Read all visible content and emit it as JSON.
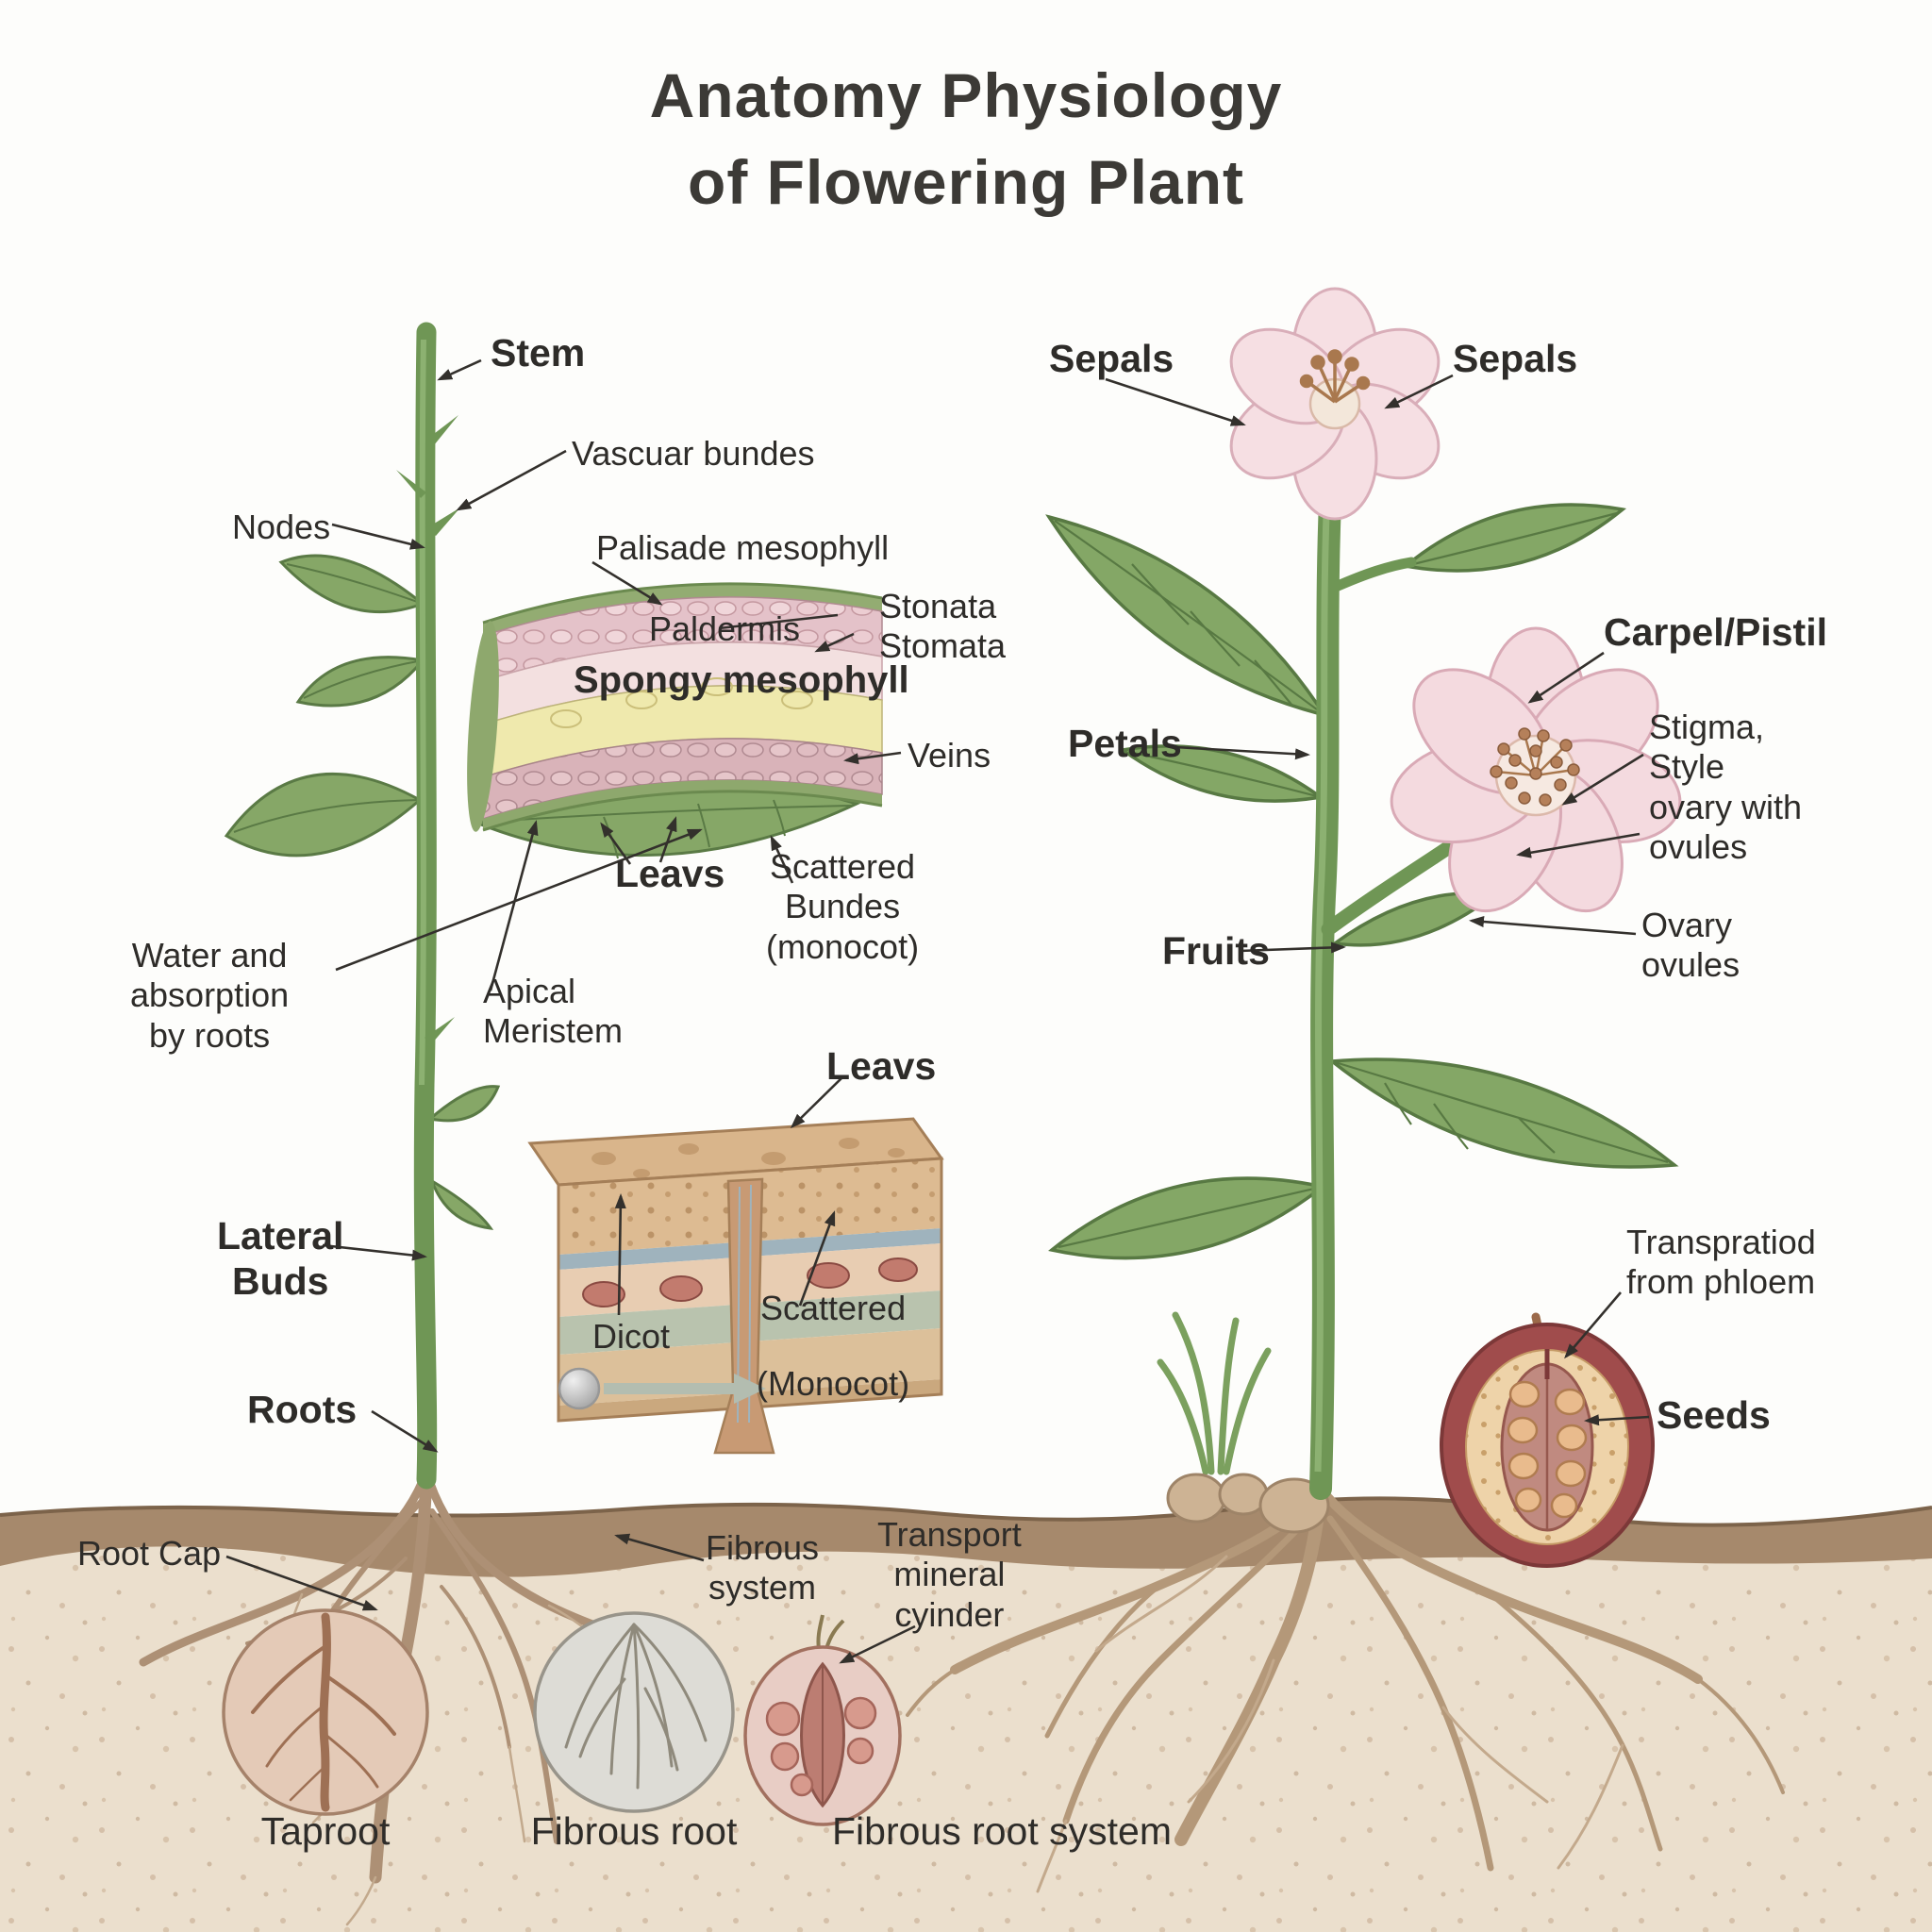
{
  "title": {
    "text": "Anatomy Physiology\nof Flowering Plant"
  },
  "labels": {
    "stem": "Stem",
    "vascular_bundles": "Vascuar bundes",
    "nodes": "Nodes",
    "palisade_mesophyll": "Palisade mesophyll",
    "epidermis": "Paldermis",
    "stomata": "Stonata\nStomata",
    "spongy_mesophyll": "Spongy mesophyll",
    "veins": "Veins",
    "leaves_main": "Leavs",
    "scattered_bundles": "Scattered\nBundes\n(monocot)",
    "water_absorption": "Water and\nabsorption\nby roots",
    "apical_meristem": "Apical\nMeristem",
    "leaves_dicot": "Leavs",
    "lateral_buds": "Lateral\nBuds",
    "dicot": "Dicot",
    "scattered": "Scattered",
    "monocot": "(Monocot)",
    "roots": "Roots",
    "root_cap": "Root Cap",
    "fibrous_system": "Fibrous\nsystem",
    "transport_cylinder": "Transport\nmineral\ncyinder",
    "sepals_left": "Sepals",
    "sepals_right": "Sepals",
    "carpel_pistil": "Carpel/Pistil",
    "petals": "Petals",
    "stigma_style": "Stigma,\nStyle\novary with\novules",
    "fruits": "Fruits",
    "ovary_ovules": "Ovary\novules",
    "transpiration": "Transpratiod\nfrom phloem",
    "seeds": "Seeds"
  },
  "captions": {
    "taproot": "Taproot",
    "fibrous_root": "Fibrous root",
    "fibrous_root_system": "Fibrous root system"
  },
  "colors": {
    "stem_green": "#6f9655",
    "leaf_green": "#84a766",
    "petal_pink": "#f4dadf",
    "soil_dark": "#a6896c",
    "soil_light": "#ebdfcd",
    "fruit_red": "#a04c4c",
    "yellow_band": "#efe9ad",
    "label_ink": "#2e2c29"
  }
}
